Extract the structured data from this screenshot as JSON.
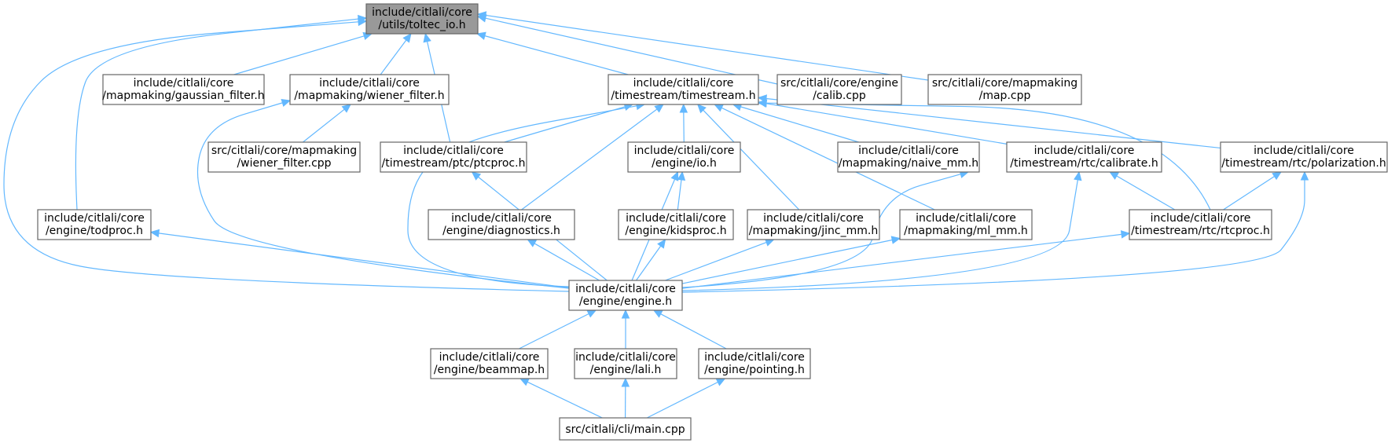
{
  "graph": {
    "nodes": [
      {
        "id": "toltec_io",
        "lines": [
          "include/citlali/core",
          "/utils/toltec_io.h"
        ],
        "root": true
      },
      {
        "id": "gaussian",
        "lines": [
          "include/citlali/core",
          "/mapmaking/gaussian_filter.h"
        ]
      },
      {
        "id": "wiener_h",
        "lines": [
          "include/citlali/core",
          "/mapmaking/wiener_filter.h"
        ]
      },
      {
        "id": "timestream",
        "lines": [
          "include/citlali/core",
          "/timestream/timestream.h"
        ]
      },
      {
        "id": "calib_cpp",
        "lines": [
          "src/citlali/core/engine",
          "/calib.cpp"
        ]
      },
      {
        "id": "map_cpp",
        "lines": [
          "src/citlali/core/mapmaking",
          "/map.cpp"
        ]
      },
      {
        "id": "wiener_cpp",
        "lines": [
          "src/citlali/core/mapmaking",
          "/wiener_filter.cpp"
        ]
      },
      {
        "id": "ptcproc",
        "lines": [
          "include/citlali/core",
          "/timestream/ptc/ptcproc.h"
        ]
      },
      {
        "id": "io",
        "lines": [
          "include/citlali/core",
          "/engine/io.h"
        ]
      },
      {
        "id": "naive_mm",
        "lines": [
          "include/citlali/core",
          "/mapmaking/naive_mm.h"
        ]
      },
      {
        "id": "calibrate",
        "lines": [
          "include/citlali/core",
          "/timestream/rtc/calibrate.h"
        ]
      },
      {
        "id": "polarization",
        "lines": [
          "include/citlali/core",
          "/timestream/rtc/polarization.h"
        ]
      },
      {
        "id": "todproc",
        "lines": [
          "include/citlali/core",
          "/engine/todproc.h"
        ]
      },
      {
        "id": "diagnostics",
        "lines": [
          "include/citlali/core",
          "/engine/diagnostics.h"
        ]
      },
      {
        "id": "kidsproc",
        "lines": [
          "include/citlali/core",
          "/engine/kidsproc.h"
        ]
      },
      {
        "id": "jinc_mm",
        "lines": [
          "include/citlali/core",
          "/mapmaking/jinc_mm.h"
        ]
      },
      {
        "id": "ml_mm",
        "lines": [
          "include/citlali/core",
          "/mapmaking/ml_mm.h"
        ]
      },
      {
        "id": "rtcproc",
        "lines": [
          "include/citlali/core",
          "/timestream/rtc/rtcproc.h"
        ]
      },
      {
        "id": "engine",
        "lines": [
          "include/citlali/core",
          "/engine/engine.h"
        ]
      },
      {
        "id": "beammap",
        "lines": [
          "include/citlali/core",
          "/engine/beammap.h"
        ]
      },
      {
        "id": "lali",
        "lines": [
          "include/citlali/core",
          "/engine/lali.h"
        ]
      },
      {
        "id": "pointing",
        "lines": [
          "include/citlali/core",
          "/engine/pointing.h"
        ]
      },
      {
        "id": "main_cpp",
        "lines": [
          "src/citlali/cli/main.cpp"
        ]
      }
    ],
    "edges": [
      [
        "gaussian",
        "toltec_io"
      ],
      [
        "wiener_h",
        "toltec_io"
      ],
      [
        "timestream",
        "toltec_io"
      ],
      [
        "calib_cpp",
        "toltec_io"
      ],
      [
        "map_cpp",
        "toltec_io"
      ],
      [
        "ptcproc",
        "toltec_io"
      ],
      [
        "todproc",
        "toltec_io"
      ],
      [
        "engine",
        "toltec_io"
      ],
      [
        "wiener_cpp",
        "wiener_h"
      ],
      [
        "engine",
        "wiener_h"
      ],
      [
        "ptcproc",
        "timestream"
      ],
      [
        "io",
        "timestream"
      ],
      [
        "naive_mm",
        "timestream"
      ],
      [
        "calibrate",
        "timestream"
      ],
      [
        "polarization",
        "timestream"
      ],
      [
        "diagnostics",
        "timestream"
      ],
      [
        "jinc_mm",
        "timestream"
      ],
      [
        "ml_mm",
        "timestream"
      ],
      [
        "rtcproc",
        "timestream"
      ],
      [
        "engine",
        "timestream"
      ],
      [
        "engine",
        "ptcproc"
      ],
      [
        "engine",
        "io"
      ],
      [
        "kidsproc",
        "io"
      ],
      [
        "engine",
        "naive_mm"
      ],
      [
        "engine",
        "calibrate"
      ],
      [
        "rtcproc",
        "calibrate"
      ],
      [
        "engine",
        "polarization"
      ],
      [
        "rtcproc",
        "polarization"
      ],
      [
        "engine",
        "todproc"
      ],
      [
        "engine",
        "diagnostics"
      ],
      [
        "engine",
        "kidsproc"
      ],
      [
        "engine",
        "jinc_mm"
      ],
      [
        "engine",
        "ml_mm"
      ],
      [
        "engine",
        "rtcproc"
      ],
      [
        "beammap",
        "engine"
      ],
      [
        "lali",
        "engine"
      ],
      [
        "pointing",
        "engine"
      ],
      [
        "main_cpp",
        "beammap"
      ],
      [
        "main_cpp",
        "lali"
      ],
      [
        "main_cpp",
        "pointing"
      ]
    ]
  }
}
